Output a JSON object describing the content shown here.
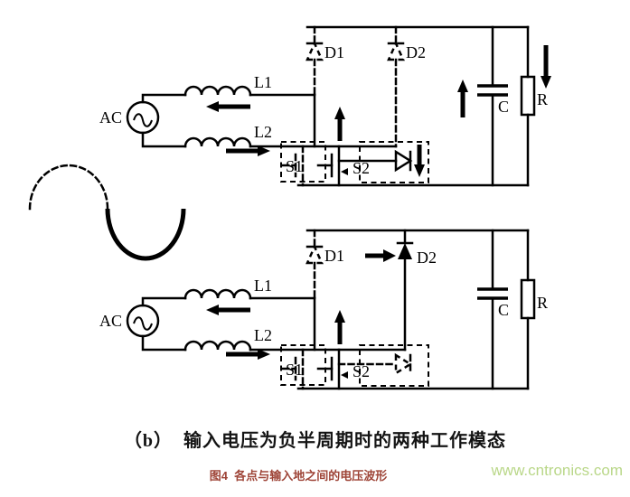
{
  "captions": {
    "subtitle": "（b）  输入电压为负半周期时的两种工作模态",
    "figure_caption": "图4  各点与输入地之间的电压波形",
    "watermark": "www.cntronics.com"
  },
  "colors": {
    "wire": "#000000",
    "figure_caption_color": "#9e4437",
    "watermark_color": "#b9d788"
  },
  "circuit_top": {
    "labels": {
      "ac": "AC",
      "l1": "L1",
      "l2": "L2",
      "s1": "S1",
      "s2": "S2",
      "d1": "D1",
      "d2": "D2",
      "c": "C",
      "r": "R"
    }
  },
  "circuit_bottom": {
    "labels": {
      "ac": "AC",
      "l1": "L1",
      "l2": "L2",
      "s1": "S1",
      "s2": "S2",
      "d1": "D1",
      "d2": "D2",
      "c": "C",
      "r": "R"
    }
  }
}
